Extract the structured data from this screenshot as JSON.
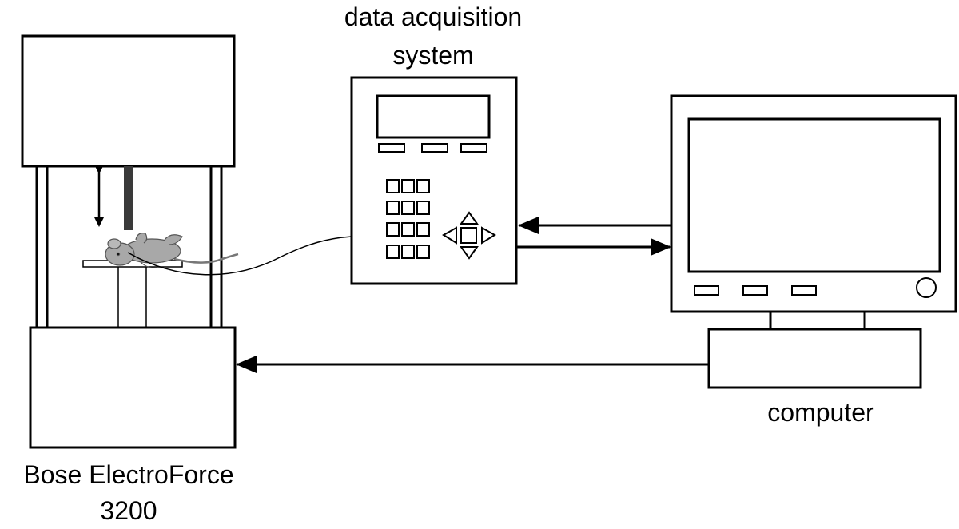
{
  "labels": {
    "daq_line1": "data acquisition",
    "daq_line2": "system",
    "computer": "computer",
    "bose_line1": "Bose ElectroForce",
    "bose_line2": "3200"
  },
  "colors": {
    "stroke": "#000000",
    "background": "#ffffff",
    "specimen": "#a8a8a8",
    "actuator_rod": "#3a3a3a"
  }
}
